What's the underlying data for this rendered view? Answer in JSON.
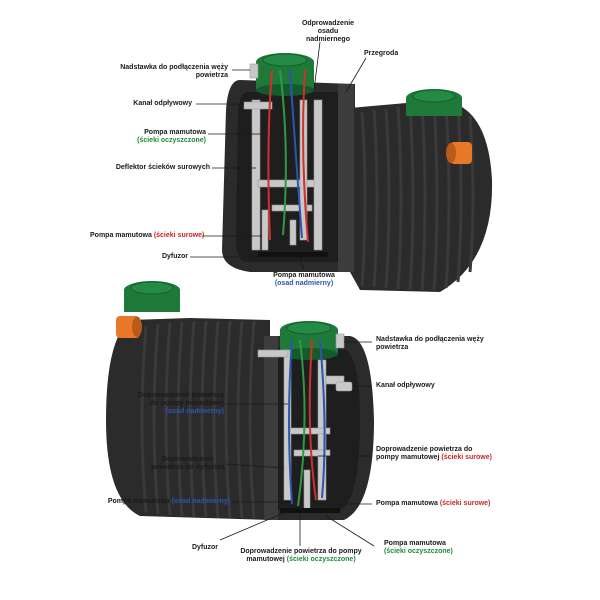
{
  "colors": {
    "tank_body": "#2b2b2b",
    "tank_rib": "#3a3a3a",
    "lid": "#1f7a3a",
    "inlet": "#e8782a",
    "pipe": "#c8c8c8",
    "air_red": "#d0302a",
    "air_green": "#2f9a45",
    "air_blue": "#2a56b0",
    "label_green": "#1f8a3a",
    "label_red": "#c0282a",
    "label_blue": "#2a56b0"
  },
  "top": {
    "extension": "Nadstawka do podłączenia węży powietrza",
    "outlet": "Kanał odpływowy",
    "pump_clean": "Pompa mamutowa",
    "pump_clean_sub": "(ścieki oczyszczone)",
    "deflector": "Deflektor ścieków surowych",
    "pump_raw": "Pompa mamutowa",
    "pump_raw_sub": "(ścieki surowe)",
    "diffuser": "Dyfuzor",
    "sludge_line1": "Odprowadzenie",
    "sludge_line2": "osadu",
    "sludge_line3": "nadmiernego",
    "partition": "Przegroda",
    "pump_sludge": "Pompa mamutowa",
    "pump_sludge_sub": "(osad nadmierny)"
  },
  "bottom": {
    "extension_line1": "Nadstawka do podłączenia węży",
    "extension_line2": "powietrza",
    "outlet": "Kanał odpływowy",
    "air_sludge_line1": "Doprowadzenie powietrza",
    "air_sludge_line2": "do pompy mamutowej",
    "air_sludge_line3": "(osad nadmierny)",
    "air_diffuser_line1": "Doprowadzenie",
    "air_diffuser_line2": "powietrza do dyfuzora",
    "air_raw_line1": "Doprowadzenie powietrza do",
    "air_raw_line2": "pompy mamutowej",
    "air_raw_sub": "(ścieki surowe)",
    "pump_sludge": "Pompa mamutowa",
    "pump_sludge_sub": "(osad nadmierny)",
    "pump_raw": "Pompa mamutowa",
    "pump_raw_sub": "(ścieki surowe)",
    "diffuser": "Dyfuzor",
    "air_clean_line1": "Doprowadzenie powietrza do pompy",
    "air_clean_line2": "mamutowej",
    "air_clean_sub": "(ścieki oczyszczone)",
    "pump_clean": "Pompa mamutowa",
    "pump_clean_sub": "(ścieki oczyszczone)"
  }
}
